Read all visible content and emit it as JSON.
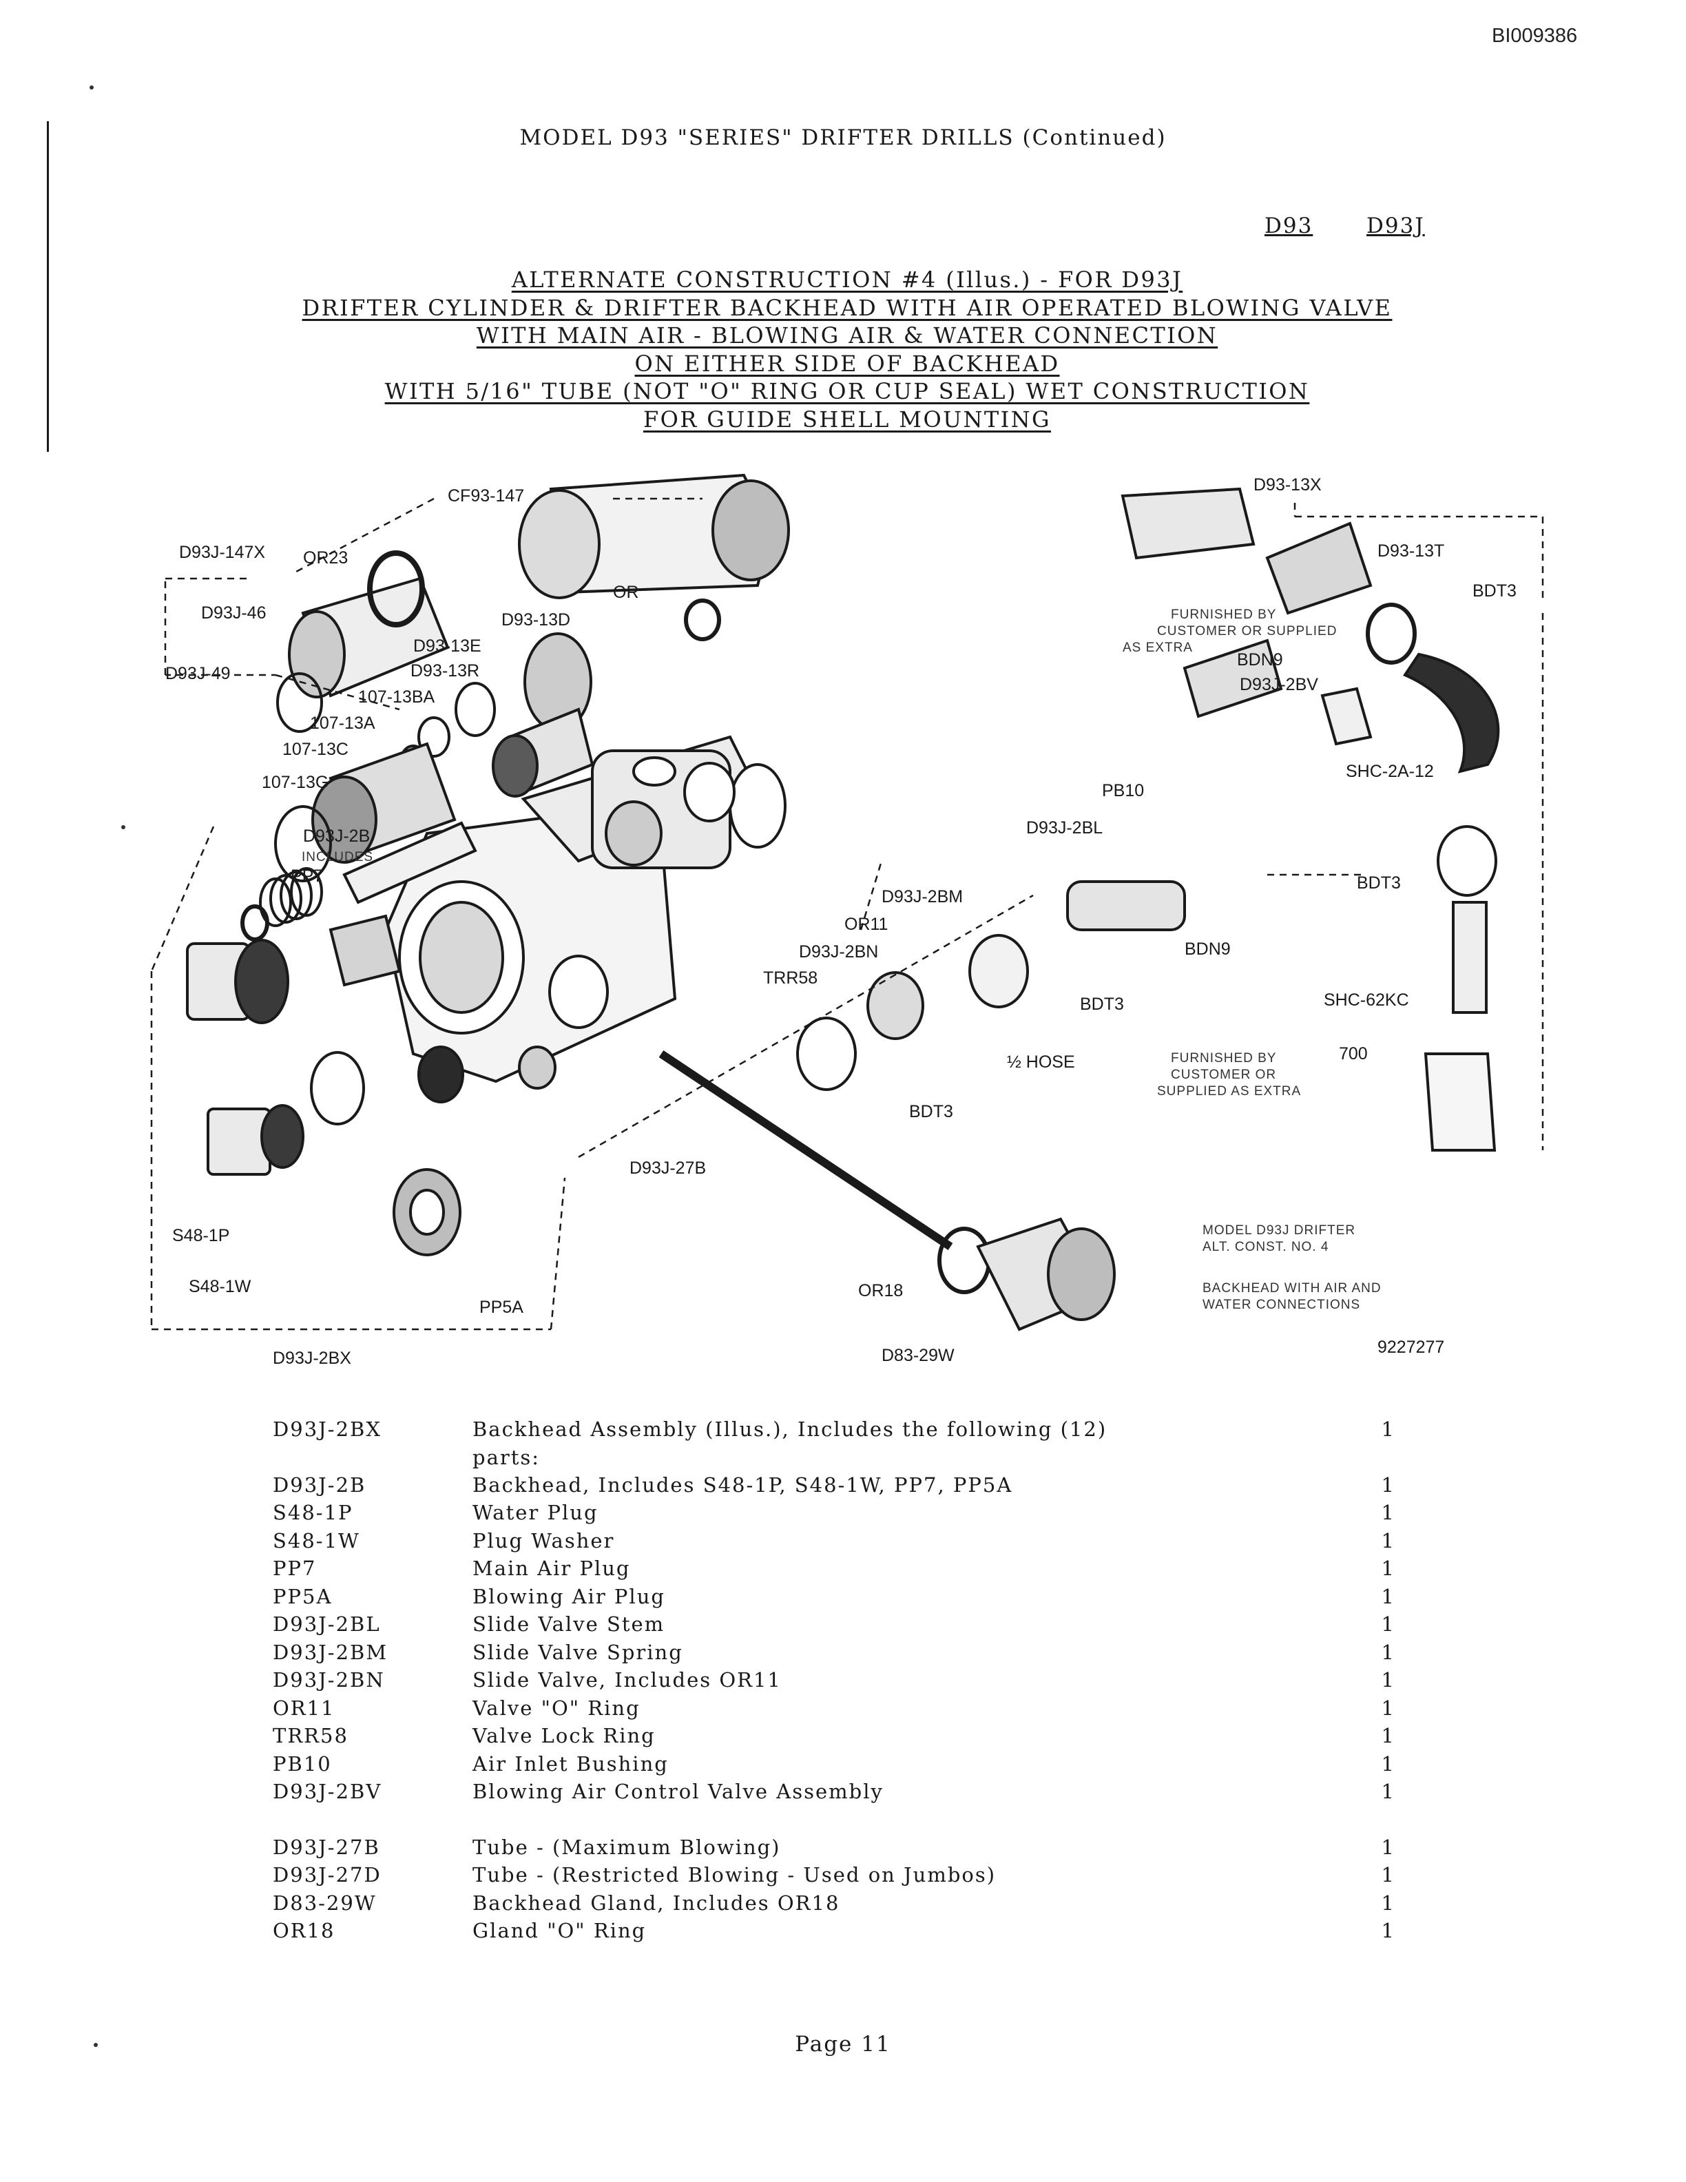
{
  "doc_id": "BI009386",
  "page_header": "MODEL D93 \"SERIES\" DRIFTER DRILLS (Continued)",
  "model_columns": [
    "D93",
    "D93J"
  ],
  "title_lines": [
    "ALTERNATE CONSTRUCTION #4 (Illus.) - FOR D93J",
    "DRIFTER CYLINDER & DRIFTER BACKHEAD WITH AIR OPERATED BLOWING VALVE",
    "WITH MAIN AIR - BLOWING AIR & WATER CONNECTION",
    "ON EITHER SIDE OF BACKHEAD",
    "WITH 5/16\" TUBE (NOT \"O\" RING OR CUP SEAL) WET CONSTRUCTION",
    "FOR GUIDE SHELL MOUNTING"
  ],
  "diagram": {
    "labels": {
      "cf93_147": "CF93-147",
      "d93j_147x": "D93J-147X",
      "or23": "OR23",
      "d93j_46": "D93J-46",
      "d93j_49": "D93J-49",
      "or": "OR",
      "d93_13d": "D93-13D",
      "d93_13e": "D93-13E",
      "d93_13r": "D93-13R",
      "d107_13ba": "107-13BA",
      "d107_13a": "107-13A",
      "d107_13c": "107-13C",
      "d107_13g": "107-13G",
      "d93_13x": "D93-13X",
      "d93_13t": "D93-13T",
      "bdt3_top": "BDT3",
      "furnished_1": "FURNISHED BY",
      "furnished_2": "CUSTOMER OR SUPPLIED",
      "furnished_3": "AS EXTRA",
      "bdn9_top": "BDN9",
      "d93j_2bv": "D93J-2BV",
      "shc_2a_12": "SHC-2A-12",
      "pb10": "PB10",
      "d93j_2bl": "D93J-2BL",
      "d93j_2b": "D93J-2B",
      "includes": "INCLUDES",
      "pp7": "PP7",
      "d93j_2bm": "D93J-2BM",
      "or11": "OR11",
      "d93j_2bn": "D93J-2BN",
      "trr58": "TRR58",
      "bdt3_mid": "BDT3",
      "bdn9_mid": "BDN9",
      "bdt3_low": "BDT3",
      "shc_62kc": "SHC-62KC",
      "hose": "½ HOSE",
      "furnished_b1": "FURNISHED BY",
      "furnished_b2": "CUSTOMER OR",
      "furnished_b3": "SUPPLIED AS EXTRA",
      "r700": "700",
      "bdt3_bot": "BDT3",
      "d93j_27b": "D93J-27B",
      "s48_1p": "S48-1P",
      "s48_1w": "S48-1W",
      "pp5a": "PP5A",
      "or18": "OR18",
      "d83_29w": "D83-29W",
      "d93j_2bx": "D93J-2BX",
      "caption_1": "MODEL D93J DRIFTER",
      "caption_2": "ALT. CONST. NO. 4",
      "caption_3": "BACKHEAD WITH AIR AND",
      "caption_4": "WATER CONNECTIONS",
      "drawing_no": "9227277"
    }
  },
  "parts": [
    {
      "part": "D93J-2BX",
      "desc": "Backhead Assembly (Illus.), Includes the following (12)",
      "desc2": "parts:",
      "qty": "1"
    },
    {
      "part": "D93J-2B",
      "desc": "Backhead, Includes S48-1P, S48-1W, PP7, PP5A",
      "qty": "1"
    },
    {
      "part": "S48-1P",
      "desc": "Water Plug",
      "qty": "1"
    },
    {
      "part": "S48-1W",
      "desc": "Plug Washer",
      "qty": "1"
    },
    {
      "part": "PP7",
      "desc": "Main Air Plug",
      "qty": "1"
    },
    {
      "part": "PP5A",
      "desc": "Blowing Air Plug",
      "qty": "1"
    },
    {
      "part": "D93J-2BL",
      "desc": "Slide Valve Stem",
      "qty": "1"
    },
    {
      "part": "D93J-2BM",
      "desc": "Slide Valve Spring",
      "qty": "1"
    },
    {
      "part": "D93J-2BN",
      "desc": "Slide Valve, Includes OR11",
      "qty": "1"
    },
    {
      "part": "OR11",
      "desc": "Valve \"O\" Ring",
      "qty": "1"
    },
    {
      "part": "TRR58",
      "desc": "Valve Lock Ring",
      "qty": "1"
    },
    {
      "part": "PB10",
      "desc": "Air Inlet Bushing",
      "qty": "1"
    },
    {
      "part": "D93J-2BV",
      "desc": "Blowing Air Control Valve Assembly",
      "qty": "1"
    },
    {
      "part": "D93J-27B",
      "desc": "Tube - (Maximum Blowing)",
      "qty": "1"
    },
    {
      "part": "D93J-27D",
      "desc": "Tube - (Restricted Blowing - Used on Jumbos)",
      "qty": "1"
    },
    {
      "part": "D83-29W",
      "desc": "Backhead Gland, Includes OR18",
      "qty": "1"
    },
    {
      "part": "OR18",
      "desc": "Gland \"O\" Ring",
      "qty": "1"
    }
  ],
  "page_label": "Page 11"
}
